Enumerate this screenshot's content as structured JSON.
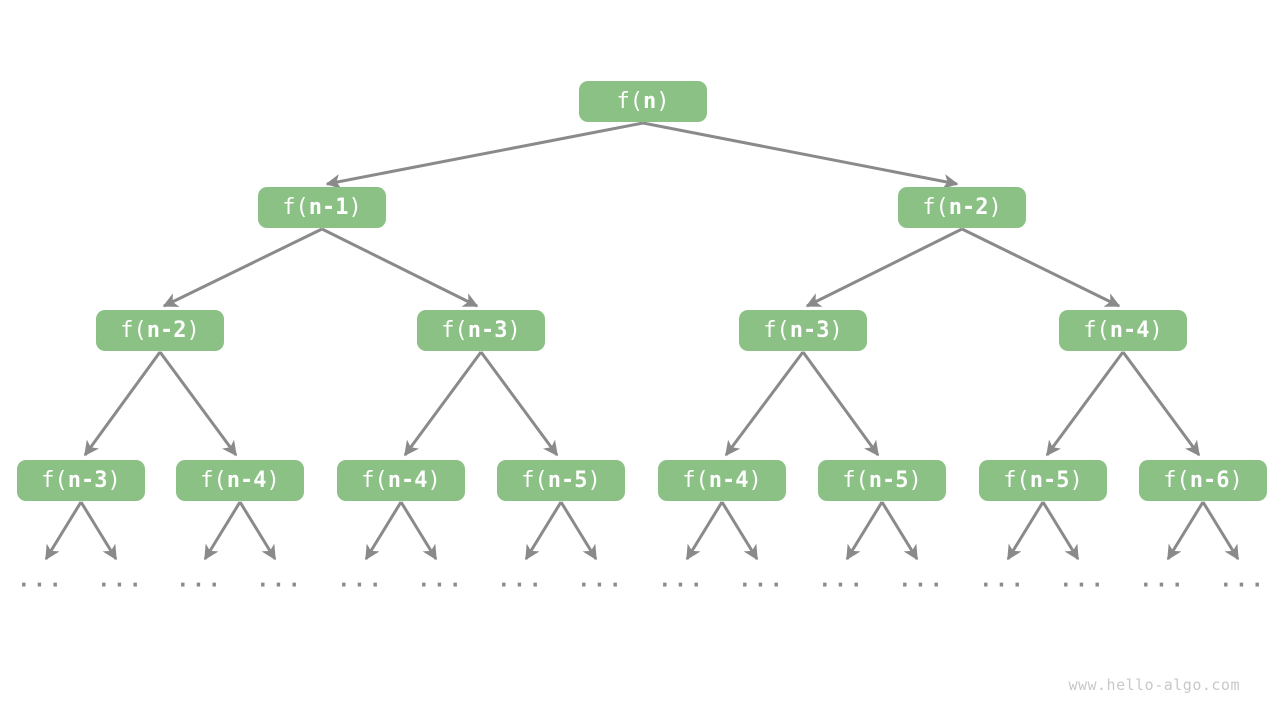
{
  "diagram": {
    "ellipsis": "...",
    "ellipsis_count": 16,
    "watermark": "www.hello-algo.com",
    "colors": {
      "node_fill": "#8cc186",
      "node_text": "#ffffff",
      "edge": "#8a8a8a",
      "dots": "#8a8a8a",
      "watermark": "#c8c8c8",
      "background": "#ffffff"
    },
    "nodes": [
      {
        "label": "f(n)",
        "pre": "f(",
        "var": "n",
        "post": ")",
        "level": 0
      },
      {
        "label": "f(n-1)",
        "pre": "f(",
        "var": "n-1",
        "post": ")",
        "level": 1
      },
      {
        "label": "f(n-2)",
        "pre": "f(",
        "var": "n-2",
        "post": ")",
        "level": 1
      },
      {
        "label": "f(n-2)",
        "pre": "f(",
        "var": "n-2",
        "post": ")",
        "level": 2
      },
      {
        "label": "f(n-3)",
        "pre": "f(",
        "var": "n-3",
        "post": ")",
        "level": 2
      },
      {
        "label": "f(n-3)",
        "pre": "f(",
        "var": "n-3",
        "post": ")",
        "level": 2
      },
      {
        "label": "f(n-4)",
        "pre": "f(",
        "var": "n-4",
        "post": ")",
        "level": 2
      },
      {
        "label": "f(n-3)",
        "pre": "f(",
        "var": "n-3",
        "post": ")",
        "level": 3
      },
      {
        "label": "f(n-4)",
        "pre": "f(",
        "var": "n-4",
        "post": ")",
        "level": 3
      },
      {
        "label": "f(n-4)",
        "pre": "f(",
        "var": "n-4",
        "post": ")",
        "level": 3
      },
      {
        "label": "f(n-5)",
        "pre": "f(",
        "var": "n-5",
        "post": ")",
        "level": 3
      },
      {
        "label": "f(n-4)",
        "pre": "f(",
        "var": "n-4",
        "post": ")",
        "level": 3
      },
      {
        "label": "f(n-5)",
        "pre": "f(",
        "var": "n-5",
        "post": ")",
        "level": 3
      },
      {
        "label": "f(n-5)",
        "pre": "f(",
        "var": "n-5",
        "post": ")",
        "level": 3
      },
      {
        "label": "f(n-6)",
        "pre": "f(",
        "var": "n-6",
        "post": ")",
        "level": 3
      }
    ],
    "edges": [
      [
        0,
        1
      ],
      [
        0,
        2
      ],
      [
        1,
        3
      ],
      [
        1,
        4
      ],
      [
        2,
        5
      ],
      [
        2,
        6
      ],
      [
        3,
        7
      ],
      [
        3,
        8
      ],
      [
        4,
        9
      ],
      [
        4,
        10
      ],
      [
        5,
        11
      ],
      [
        5,
        12
      ],
      [
        6,
        13
      ],
      [
        6,
        14
      ]
    ]
  }
}
